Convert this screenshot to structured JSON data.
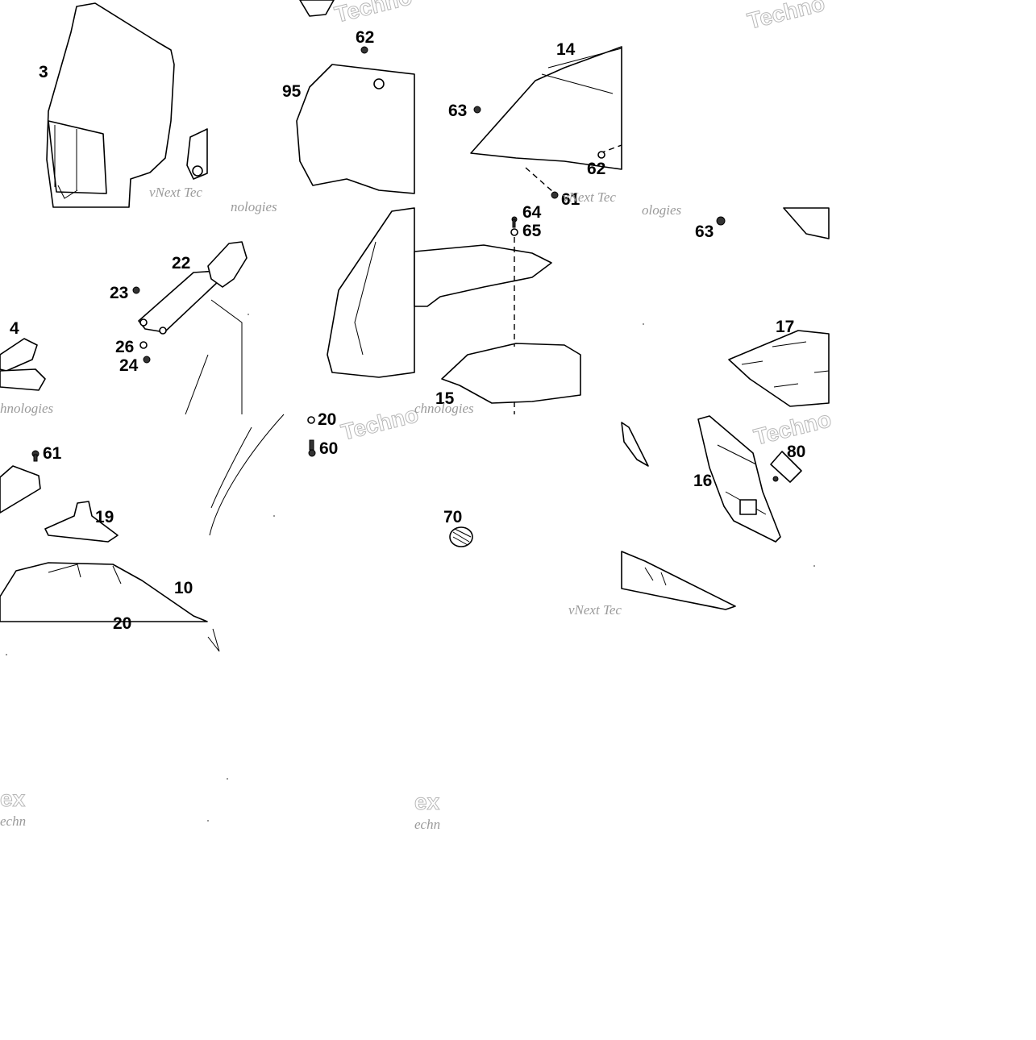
{
  "callouts": {
    "c3": "3",
    "c4": "4",
    "c10": "10",
    "c14": "14",
    "c15": "15",
    "c16": "16",
    "c17": "17",
    "c19": "19",
    "c20": "20",
    "c22": "22",
    "c23": "23",
    "c24": "24",
    "c26": "26",
    "c60": "60",
    "c61a": "61",
    "c61b": "61",
    "c62a": "62",
    "c62b": "62",
    "c63a": "63",
    "c63b": "63",
    "c64": "64",
    "c65": "65",
    "c70": "70",
    "c80": "80",
    "c95": "95",
    "c20b": "20"
  },
  "watermarks": {
    "w1": "vNext Tec",
    "w2": "vNext Tec",
    "w3": "vNext Tec",
    "w4": "Techno",
    "w5": "Techno",
    "w6": "Techno",
    "w7": "Techno",
    "w8": "hnologies",
    "w9": "chnologies",
    "w10": "nologies",
    "w11": "ologies",
    "w12": "ex",
    "w13": "echn",
    "w14": "ex",
    "w15": "echn"
  },
  "colors": {
    "line": "#000000",
    "background": "#ffffff",
    "watermark": "#9a9a9a"
  }
}
